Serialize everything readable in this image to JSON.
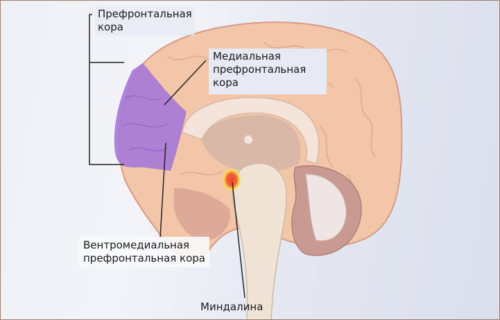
{
  "diagram": {
    "subject": "Brain sagittal section",
    "labels": {
      "prefrontal_cortex": {
        "line1": "Префронтальная",
        "line2": "кора"
      },
      "medial_prefrontal_cortex": {
        "line1": "Медиальная",
        "line2": "префронтальная",
        "line3": "кора"
      },
      "ventromedial_prefrontal_cortex": {
        "line1": "Вентромедиальная",
        "line2": "префронтальная кора"
      },
      "amygdala": {
        "line1": "Миндалина"
      }
    },
    "colors": {
      "cortex": "#f2c6a6",
      "prefrontal_highlight": "#a77ad8",
      "amygdala": "#f0593a",
      "amygdala_glow": "#f7e04a",
      "brainstem": "#efe3d6",
      "cerebellum": "#c99a92",
      "border": "#a07c6e"
    }
  }
}
